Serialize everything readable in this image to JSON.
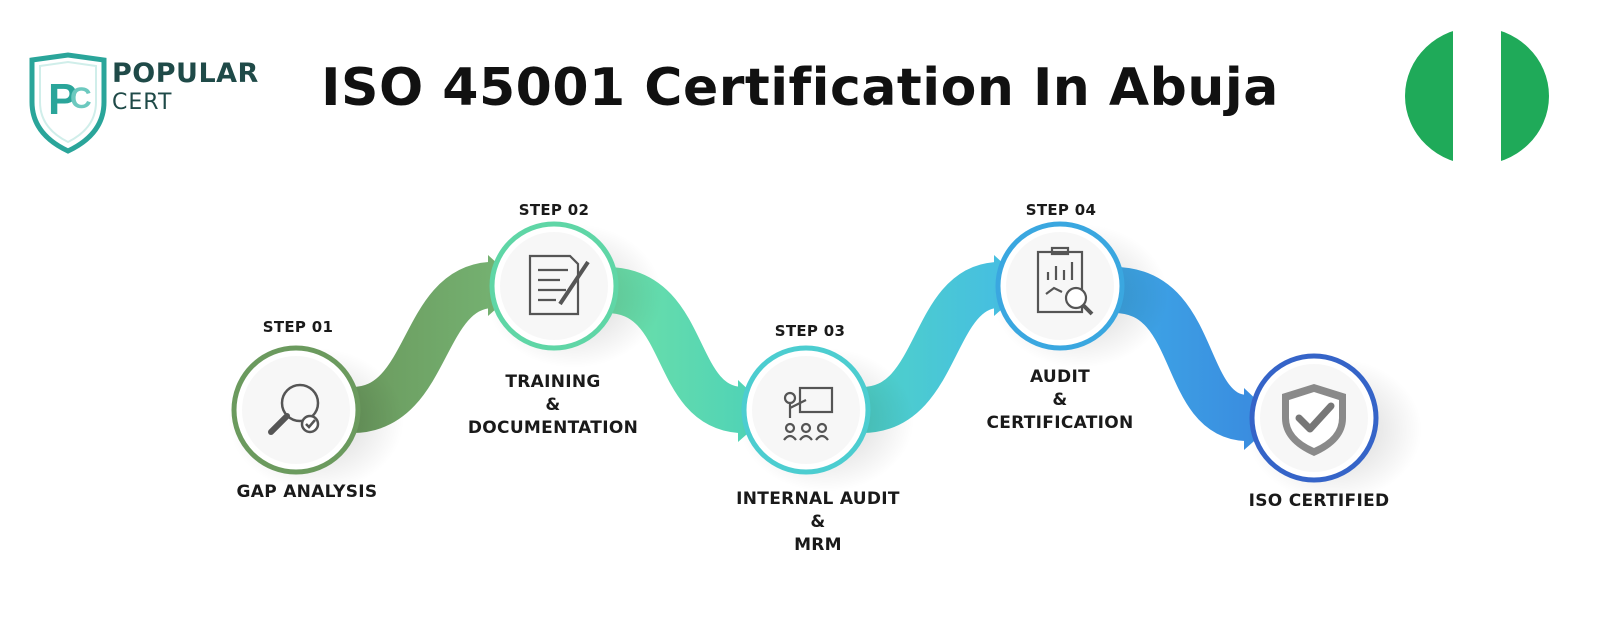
{
  "title": "ISO 45001 Certification In Abuja",
  "logo": {
    "line1": "POPULAR",
    "line2": "CERT",
    "monogram": "PC"
  },
  "flag": {
    "left": "#1faa59",
    "middle": "#ffffff",
    "right": "#1faa59"
  },
  "colors": {
    "step1": "#6b9a5e",
    "step2": "#5fd6a6",
    "step3": "#4ccdd0",
    "step4": "#3aa7e0",
    "step5": "#3564c8",
    "text": "#1a1a1a"
  },
  "steps": [
    {
      "label": "STEP 01",
      "name": [
        "GAP ANALYSIS"
      ],
      "icon": "magnifier-check-icon"
    },
    {
      "label": "STEP 02",
      "name": [
        "TRAINING",
        "&",
        "DOCUMENTATION"
      ],
      "icon": "document-pen-icon"
    },
    {
      "label": "STEP 03",
      "name": [
        "INTERNAL AUDIT",
        "&",
        "MRM"
      ],
      "icon": "presentation-board-icon"
    },
    {
      "label": "STEP 04",
      "name": [
        "AUDIT",
        "&",
        "CERTIFICATION"
      ],
      "icon": "report-analysis-icon"
    },
    {
      "label": "",
      "name": [
        "ISO CERTIFIED"
      ],
      "icon": "shield-check-icon"
    }
  ]
}
